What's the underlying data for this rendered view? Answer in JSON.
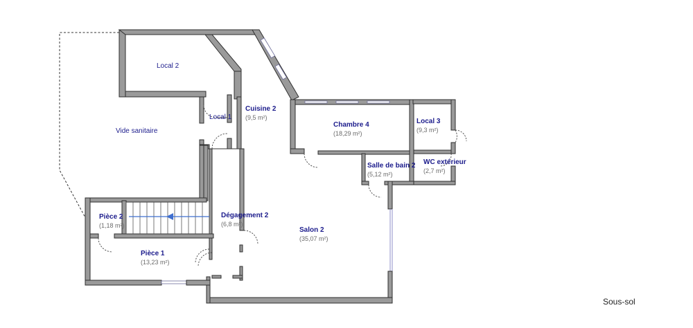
{
  "rooms": {
    "local2": {
      "name": "Local 2"
    },
    "local1": {
      "name": "Local 1"
    },
    "vide": {
      "name": "Vide sanitaire"
    },
    "cuisine2": {
      "name": "Cuisine 2",
      "area": "(9,5 m²)"
    },
    "chambre4": {
      "name": "Chambre 4",
      "area": "(18,29 m²)"
    },
    "local3": {
      "name": "Local 3",
      "area": "(9,3 m²)"
    },
    "sdb2": {
      "name": "Salle de bain 2",
      "area": "(5,12 m²)"
    },
    "wc": {
      "name": "WC extérieur",
      "area": "(2,7 m²)"
    },
    "piece2": {
      "name": "Pièce 2",
      "area": "(1,18 m²)"
    },
    "degagement2": {
      "name": "Dégagement 2",
      "area": "(6,8 m²)"
    },
    "salon2": {
      "name": "Salon 2",
      "area": "(35,07 m²)"
    },
    "piece1": {
      "name": "Pièce 1",
      "area": "(13,23 m²)"
    }
  },
  "level_label": "Sous-sol",
  "colors": {
    "wall_fill": "#9a9a9a",
    "wall_stroke": "#2f2f2f",
    "label": "#1c1c8c",
    "area": "#6b6b6b",
    "stair_arrow": "#3f6fcf"
  }
}
